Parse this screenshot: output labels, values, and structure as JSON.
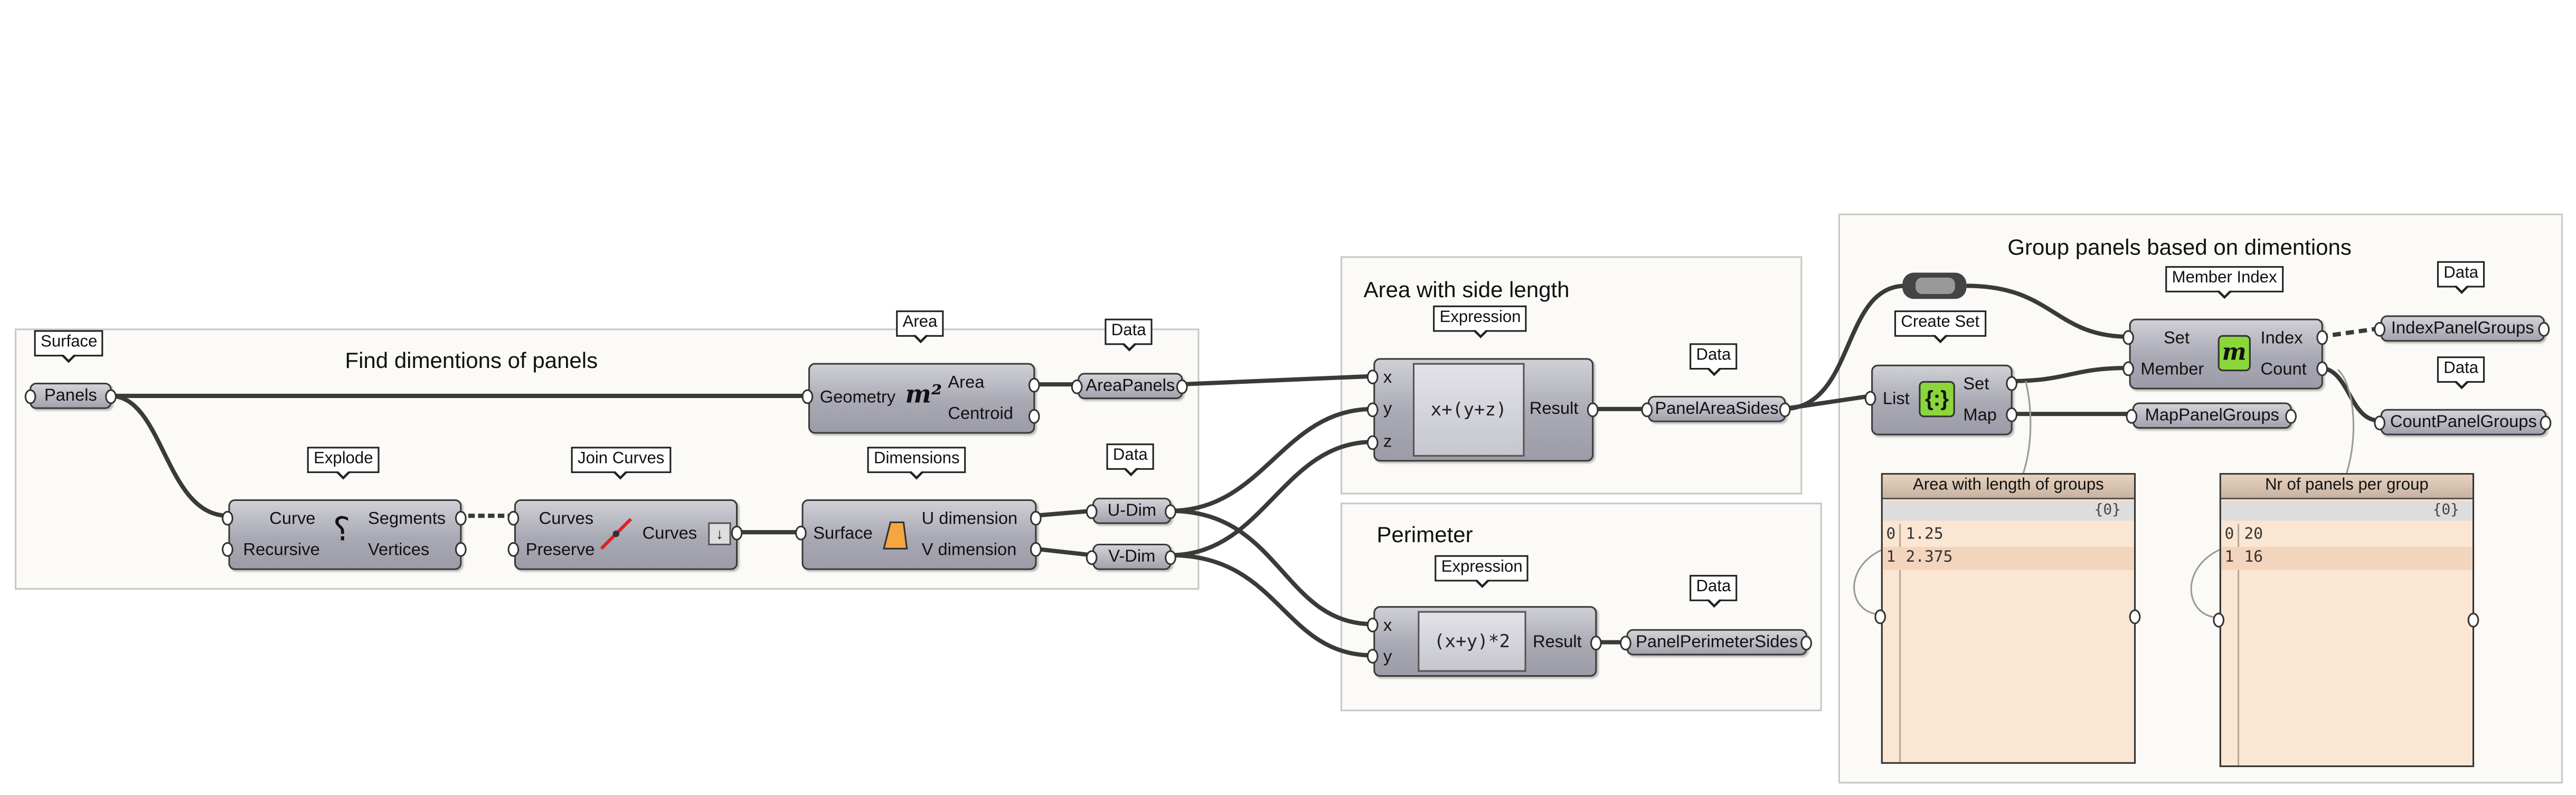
{
  "groups": {
    "find_dimensions": "Find dimentions of panels",
    "area_side_length": "Area with side length",
    "perimeter": "Perimeter",
    "group_panels": "Group panels based on dimentions"
  },
  "tags": {
    "surface": "Surface",
    "area": "Area",
    "data_area": "Data",
    "explode": "Explode",
    "join_curves": "Join Curves",
    "dimensions": "Dimensions",
    "data_dim": "Data",
    "expression_area": "Expression",
    "data_area_sides": "Data",
    "expression_perim": "Expression",
    "data_perim": "Data",
    "member_index": "Member Index",
    "create_set": "Create Set",
    "data_index": "Data",
    "data_count": "Data"
  },
  "params": {
    "panels": "Panels",
    "area_panels": "AreaPanels",
    "u_dim": "U-Dim",
    "v_dim": "V-Dim",
    "panel_area_sides": "PanelAreaSides",
    "panel_perimeter_sides": "PanelPerimeterSides",
    "map_panel_groups": "MapPanelGroups",
    "index_panel_groups": "IndexPanelGroups",
    "count_panel_groups": "CountPanelGroups"
  },
  "components": {
    "area": {
      "inputs": [
        "Geometry"
      ],
      "outputs": [
        "Area",
        "Centroid"
      ],
      "icon": "m²"
    },
    "explode": {
      "inputs": [
        "Curve",
        "Recursive"
      ],
      "outputs": [
        "Segments",
        "Vertices"
      ]
    },
    "join_curves": {
      "inputs": [
        "Curves",
        "Preserve"
      ],
      "outputs": [
        "Curves"
      ]
    },
    "dimensions": {
      "inputs": [
        "Surface"
      ],
      "outputs": [
        "U dimension",
        "V dimension"
      ]
    },
    "expression_area": {
      "inputs": [
        "x",
        "y",
        "z"
      ],
      "outputs": [
        "Result"
      ],
      "expression": "x+(y+z)"
    },
    "expression_perim": {
      "inputs": [
        "x",
        "y"
      ],
      "outputs": [
        "Result"
      ],
      "expression": "(x+y)*2"
    },
    "create_set": {
      "inputs": [
        "List"
      ],
      "outputs": [
        "Set",
        "Map"
      ]
    },
    "member_index": {
      "inputs": [
        "Set",
        "Member"
      ],
      "outputs": [
        "Index",
        "Count"
      ],
      "icon": "m"
    }
  },
  "panels": {
    "area_groups": {
      "title": "Area with length of groups",
      "path": "{0}",
      "rows": [
        {
          "index": "0",
          "value": "1.25"
        },
        {
          "index": "1",
          "value": "2.375"
        }
      ]
    },
    "nr_panels": {
      "title": "Nr of panels per group",
      "path": "{0}",
      "rows": [
        {
          "index": "0",
          "value": "20"
        },
        {
          "index": "1",
          "value": "16"
        }
      ]
    }
  },
  "colors": {
    "canvas": "#ffffff",
    "group_fill": "#fbfaf6",
    "component": "#a9a9b4",
    "panel_fill": "#fbe5d3",
    "icon_green": "#8bd63a",
    "icon_orange": "#f4a640"
  }
}
